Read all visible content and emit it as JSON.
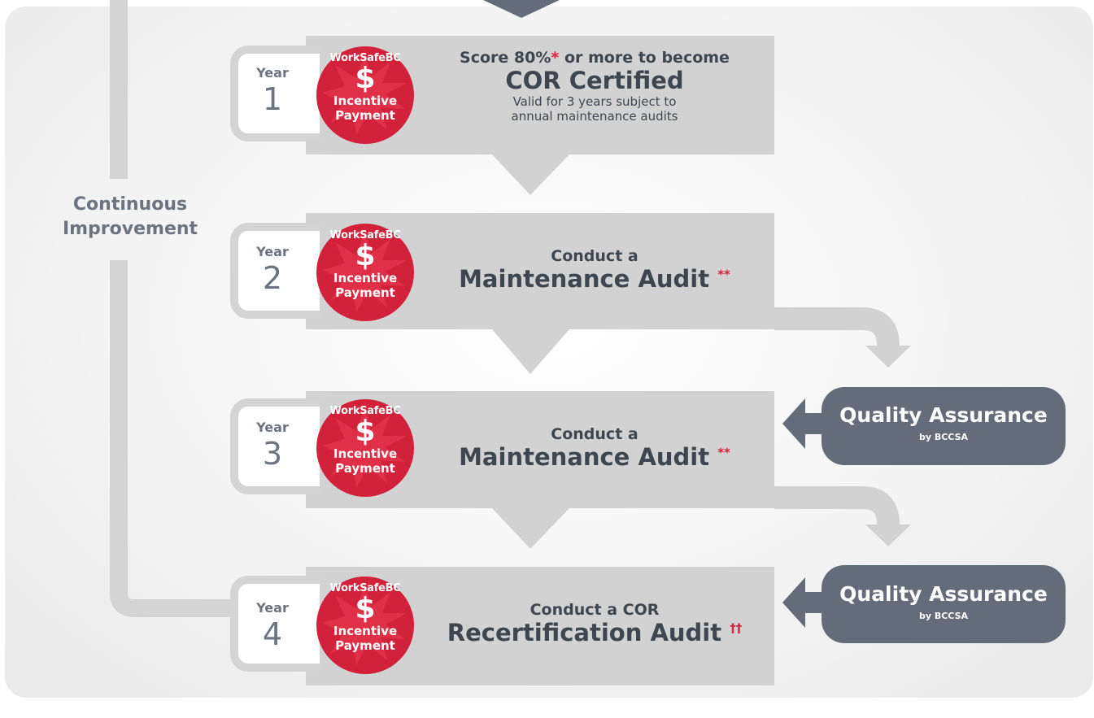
{
  "continuous": {
    "line1": "Continuous",
    "line2": "Improvement"
  },
  "badge": {
    "top": "WorkSafeBC",
    "dollar": "$",
    "line1": "Incentive",
    "line2": "Payment"
  },
  "years": [
    {
      "label": "Year",
      "number": "1"
    },
    {
      "label": "Year",
      "number": "2"
    },
    {
      "label": "Year",
      "number": "3"
    },
    {
      "label": "Year",
      "number": "4"
    }
  ],
  "steps": [
    {
      "line1": "Score 80%",
      "line1_mark": "*",
      "line1_tail": " or more to become",
      "line2": "COR Certified",
      "note1": "Valid for 3 years subject to",
      "note2": "annual maintenance audits"
    },
    {
      "line1": "Conduct a",
      "line2": "Maintenance Audit",
      "mark": "**"
    },
    {
      "line1": "Conduct a",
      "line2": "Maintenance Audit",
      "mark": "**"
    },
    {
      "line1": "Conduct a COR",
      "line2": "Recertification Audit",
      "mark": "††"
    }
  ],
  "qa": [
    {
      "title": "Quality Assurance",
      "sub": "by BCCSA"
    },
    {
      "title": "Quality Assurance",
      "sub": "by BCCSA"
    }
  ],
  "colors": {
    "box": "#d2d2d2",
    "badge_red": "#d2213a",
    "dark": "#636c78",
    "text": "#3e4650",
    "accent": "#d8233f"
  }
}
